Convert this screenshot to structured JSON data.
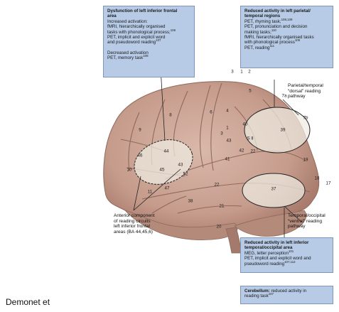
{
  "boxes": {
    "frontal": {
      "title_lines": [
        "Dysfunction of left inferior frontal",
        "area"
      ],
      "increased": "Increased activation:",
      "f1": "fMRI, hierarchically organised",
      "f2": "tasks with phonological process;",
      "f2_ref": "106",
      "p1": "PET, implicit and explicit word",
      "p2": "and pseudoword reading",
      "p2_ref": "107",
      "decreased": "Decreased activation",
      "mem": "PET, memory task",
      "mem_ref": "108"
    },
    "parietal": {
      "title_lines": [
        "Reduced activity in left parietal/",
        "temporal regions"
      ],
      "r1": "PET, rhyming task;",
      "r1_ref": "108,109",
      "r2": "PET, pronunciation and decision",
      "r3": "making tasks;",
      "r3_ref": "110",
      "r4": "fMRI, hierarchically organised tasks",
      "r5": "with phonological process",
      "r5_ref": "106",
      "r6": "PET, reading",
      "r6_ref": "111"
    },
    "occipital": {
      "title_lines": [
        "Reduced activity in left inferior",
        "temporal/occipital area"
      ],
      "r1": "MEG, letter perception",
      "r1_ref": "101",
      "r2": "PET, implicit and explicit word and",
      "r3": "pseudoword reading",
      "r3_ref": "107,112"
    },
    "cerebellum": {
      "title": "Cerebellum:",
      "text_a": "reduced activity in",
      "text_b": "reading task",
      "ref": "107"
    }
  },
  "labels": {
    "dorsal": [
      "Parietal/temporal",
      "“dorsal” reading",
      "pathway"
    ],
    "ventral": [
      "Temporal/occipital",
      "“ventral” reading",
      "pathway"
    ],
    "anterior": [
      "Anterior component",
      "of reading circuits",
      "left inferior frontal",
      "areas (BA 44,45,6)"
    ]
  },
  "brodmann": {
    "a3": "3",
    "a1": "1",
    "a2": "2",
    "a4": "4",
    "a5": "5",
    "a6": "6",
    "a7a": "7a",
    "a7b": "7b",
    "a8": "8",
    "a9": "9",
    "a10": "10",
    "a11": "11",
    "a17": "17",
    "a18": "18",
    "a19": "19",
    "a20": "20",
    "a21": "21",
    "a22": "22",
    "a22b": "22",
    "a37": "37",
    "a38": "38",
    "a39": "39",
    "a40": "40",
    "a41": "41",
    "a42": "42",
    "a43": "43",
    "a44": "44",
    "a45": "45",
    "a46": "46",
    "a47": "47",
    "a52": "52",
    "sii": "S II",
    "m1": "1",
    "m3": "3"
  },
  "caption": "Demonet  et",
  "colors": {
    "box_fill": "#b7cbe6",
    "brain_fill": "#caa596",
    "ellipse_fill": "#efece2"
  }
}
